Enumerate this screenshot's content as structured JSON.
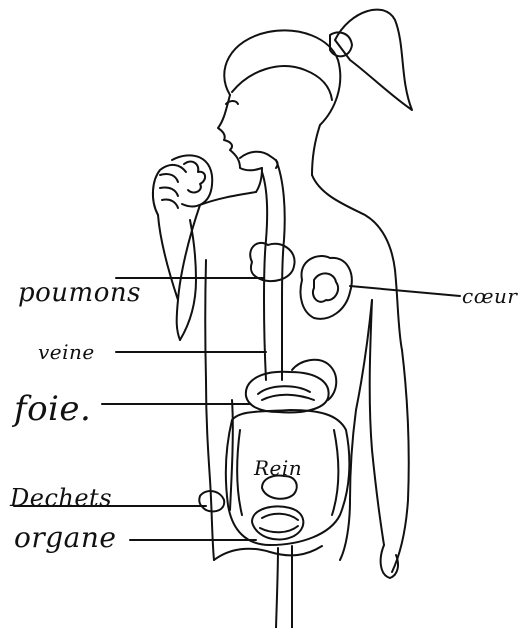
{
  "labels": {
    "poumons": "poumons",
    "veine": "veine",
    "foie": "foie.",
    "coeur": "cœur",
    "rein": "Rein",
    "dechets": "Dechets",
    "organe": "organe"
  },
  "colors": {
    "ink": "#111111",
    "paper": "#ffffff"
  }
}
